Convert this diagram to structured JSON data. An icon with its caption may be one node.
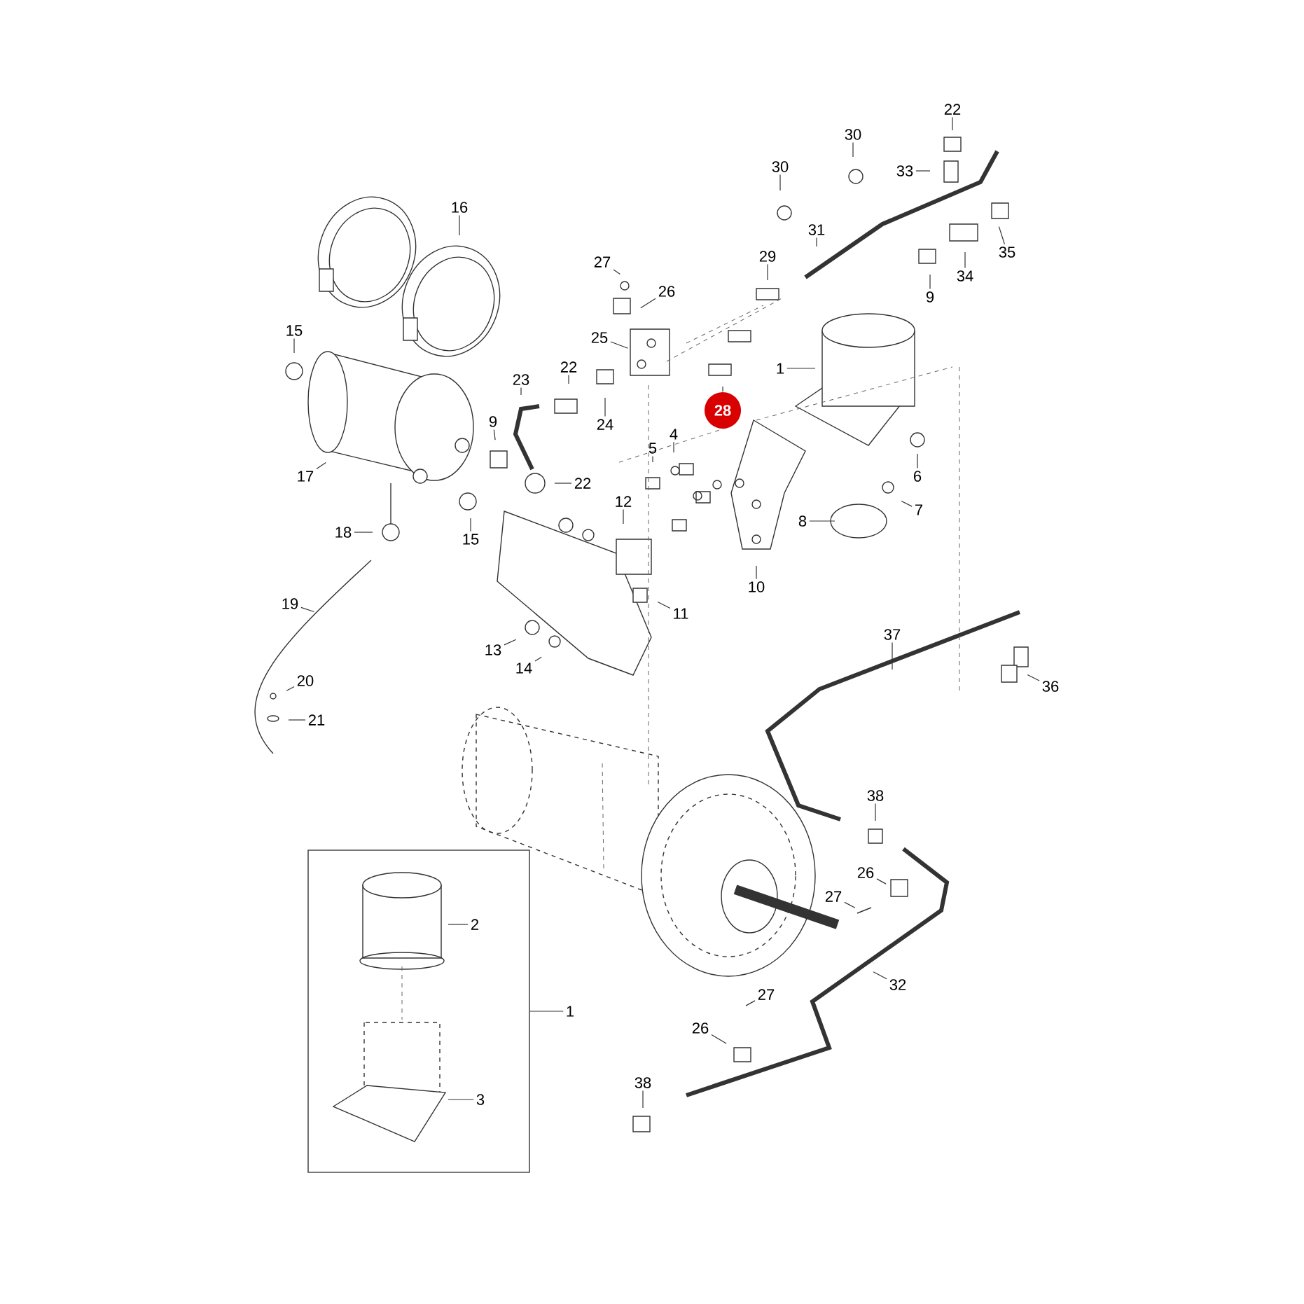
{
  "diagram": {
    "nodes": [
      {
        "text": [
          "16"
        ]
      },
      {
        "text": [
          "15"
        ]
      },
      {
        "text": [
          "27"
        ]
      },
      {
        "text": [
          "26"
        ]
      },
      {
        "text": [
          "25"
        ]
      },
      {
        "text": [
          "22"
        ]
      },
      {
        "text": [
          "23"
        ]
      },
      {
        "text": [
          "24"
        ]
      },
      {
        "text": [
          "9"
        ]
      },
      {
        "text": [
          "22"
        ]
      },
      {
        "text": [
          "17"
        ]
      },
      {
        "text": [
          "18"
        ]
      },
      {
        "text": [
          "15"
        ]
      },
      {
        "text": [
          "5"
        ]
      },
      {
        "text": [
          "4"
        ]
      },
      {
        "text": [
          "28"
        ]
      },
      {
        "text": [
          "1"
        ]
      },
      {
        "text": [
          "30"
        ]
      },
      {
        "text": [
          "30"
        ]
      },
      {
        "text": [
          "31"
        ]
      },
      {
        "text": [
          "29"
        ]
      },
      {
        "text": [
          "22"
        ]
      },
      {
        "text": [
          "33"
        ]
      },
      {
        "text": [
          "34"
        ]
      },
      {
        "text": [
          "35"
        ]
      },
      {
        "text": [
          "9"
        ]
      },
      {
        "text": [
          "6"
        ]
      },
      {
        "text": [
          "7"
        ]
      },
      {
        "text": [
          "8"
        ]
      },
      {
        "text": [
          "10"
        ]
      },
      {
        "text": [
          "12"
        ]
      },
      {
        "text": [
          "11"
        ]
      },
      {
        "text": [
          "19"
        ]
      },
      {
        "text": [
          "20"
        ]
      },
      {
        "text": [
          "21"
        ]
      },
      {
        "text": [
          "13"
        ]
      },
      {
        "text": [
          "14"
        ]
      },
      {
        "text": [
          "37"
        ]
      },
      {
        "text": [
          "36"
        ]
      },
      {
        "text": [
          "38"
        ]
      },
      {
        "text": [
          "26"
        ]
      },
      {
        "text": [
          "27"
        ]
      },
      {
        "text": [
          "32"
        ]
      },
      {
        "text": [
          "27"
        ]
      },
      {
        "text": [
          "26"
        ]
      },
      {
        "text": [
          "38"
        ]
      },
      {
        "text": [],
        "shape": "box"
      },
      {
        "text": [
          "1"
        ]
      },
      {
        "text": [
          "2"
        ],
        "in": 46
      },
      {
        "text": [
          "3"
        ],
        "in": 46
      }
    ],
    "edges": [
      {
        "from": 0,
        "to": null,
        "arrow": "none"
      },
      {
        "from": 1,
        "to": null,
        "arrow": "none"
      },
      {
        "from": 2,
        "to": null,
        "arrow": "none"
      },
      {
        "from": 3,
        "to": null,
        "arrow": "none"
      },
      {
        "from": 4,
        "to": null,
        "arrow": "none"
      },
      {
        "from": 5,
        "to": null,
        "arrow": "none"
      },
      {
        "from": 6,
        "to": null,
        "arrow": "none"
      },
      {
        "from": 7,
        "to": null,
        "arrow": "none"
      },
      {
        "from": 8,
        "to": null,
        "arrow": "none"
      },
      {
        "from": 9,
        "to": null,
        "arrow": "none"
      },
      {
        "from": 10,
        "to": null,
        "arrow": "none"
      },
      {
        "from": 11,
        "to": null,
        "arrow": "none"
      },
      {
        "from": 12,
        "to": null,
        "arrow": "none"
      },
      {
        "from": 13,
        "to": null,
        "arrow": "none"
      },
      {
        "from": 14,
        "to": null,
        "arrow": "none"
      },
      {
        "from": 15,
        "to": null,
        "arrow": "none"
      },
      {
        "from": 16,
        "to": null,
        "arrow": "none"
      },
      {
        "from": 17,
        "to": null,
        "arrow": "none"
      },
      {
        "from": 18,
        "to": null,
        "arrow": "none"
      },
      {
        "from": 19,
        "to": null,
        "arrow": "none"
      },
      {
        "from": 20,
        "to": null,
        "arrow": "none"
      },
      {
        "from": 21,
        "to": null,
        "arrow": "none"
      },
      {
        "from": 22,
        "to": null,
        "arrow": "none"
      },
      {
        "from": 23,
        "to": null,
        "arrow": "none"
      },
      {
        "from": 24,
        "to": null,
        "arrow": "none"
      },
      {
        "from": 25,
        "to": null,
        "arrow": "none"
      },
      {
        "from": 26,
        "to": null,
        "arrow": "none"
      },
      {
        "from": 27,
        "to": null,
        "arrow": "none"
      },
      {
        "from": 28,
        "to": null,
        "arrow": "none"
      },
      {
        "from": 29,
        "to": null,
        "arrow": "none"
      },
      {
        "from": 30,
        "to": null,
        "arrow": "none"
      },
      {
        "from": 31,
        "to": null,
        "arrow": "none"
      },
      {
        "from": 32,
        "to": null,
        "arrow": "none"
      },
      {
        "from": 33,
        "to": null,
        "arrow": "none"
      },
      {
        "from": 34,
        "to": null,
        "arrow": "none"
      },
      {
        "from": 35,
        "to": null,
        "arrow": "none"
      },
      {
        "from": 36,
        "to": null,
        "arrow": "none"
      },
      {
        "from": 37,
        "to": null,
        "arrow": "none"
      },
      {
        "from": 38,
        "to": null,
        "arrow": "none"
      },
      {
        "from": 39,
        "to": null,
        "arrow": "none"
      },
      {
        "from": 40,
        "to": null,
        "arrow": "none"
      },
      {
        "from": 41,
        "to": null,
        "arrow": "none"
      },
      {
        "from": 42,
        "to": null,
        "arrow": "none"
      },
      {
        "from": 43,
        "to": null,
        "arrow": "none"
      },
      {
        "from": 44,
        "to": null,
        "arrow": "none"
      },
      {
        "from": 45,
        "to": null,
        "arrow": "none"
      },
      {
        "from": 47,
        "to": 46,
        "arrow": "none"
      },
      {
        "from": 48,
        "to": null,
        "arrow": "none"
      },
      {
        "from": 49,
        "to": null,
        "arrow": "none"
      }
    ]
  }
}
